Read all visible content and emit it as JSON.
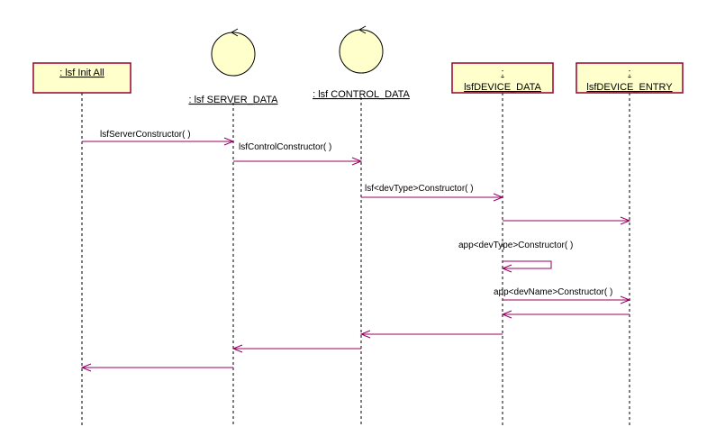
{
  "diagram": {
    "colors": {
      "box_fill": "#ffffcc",
      "box_border": "#990033",
      "message_line": "#990066",
      "lifeline": "#000000"
    },
    "participants": [
      {
        "id": "init",
        "kind": "class-box",
        "lines": [
          ": lsf Init All"
        ]
      },
      {
        "id": "server",
        "kind": "control-circle",
        "lines": [
          ": lsf SERVER_DATA"
        ]
      },
      {
        "id": "control",
        "kind": "control-circle",
        "lines": [
          ": lsf CONTROL_DATA"
        ]
      },
      {
        "id": "device_data",
        "kind": "class-box",
        "lines": [
          ":",
          "lsfDEVICE_DATA"
        ]
      },
      {
        "id": "device_entry",
        "kind": "class-box",
        "lines": [
          ":",
          "lsfDEVICE_ENTRY"
        ]
      }
    ],
    "messages": [
      {
        "from": "init",
        "to": "server",
        "label": "lsfServerConstructor( )"
      },
      {
        "from": "server",
        "to": "control",
        "label": "lsfControlConstructor( )"
      },
      {
        "from": "control",
        "to": "device_data",
        "label": "lsf<devType>Constructor( )"
      },
      {
        "from": "device_data",
        "to": "device_entry",
        "label": ""
      },
      {
        "from": "device_data",
        "to": "device_data",
        "label": "app<devType>Constructor( )"
      },
      {
        "from": "device_data",
        "to": "device_entry",
        "label": "app<devName>Constructor( )"
      },
      {
        "from": "device_entry",
        "to": "device_data",
        "label": ""
      },
      {
        "from": "device_data",
        "to": "control",
        "label": ""
      },
      {
        "from": "control",
        "to": "server",
        "label": ""
      },
      {
        "from": "server",
        "to": "init",
        "label": ""
      }
    ]
  }
}
